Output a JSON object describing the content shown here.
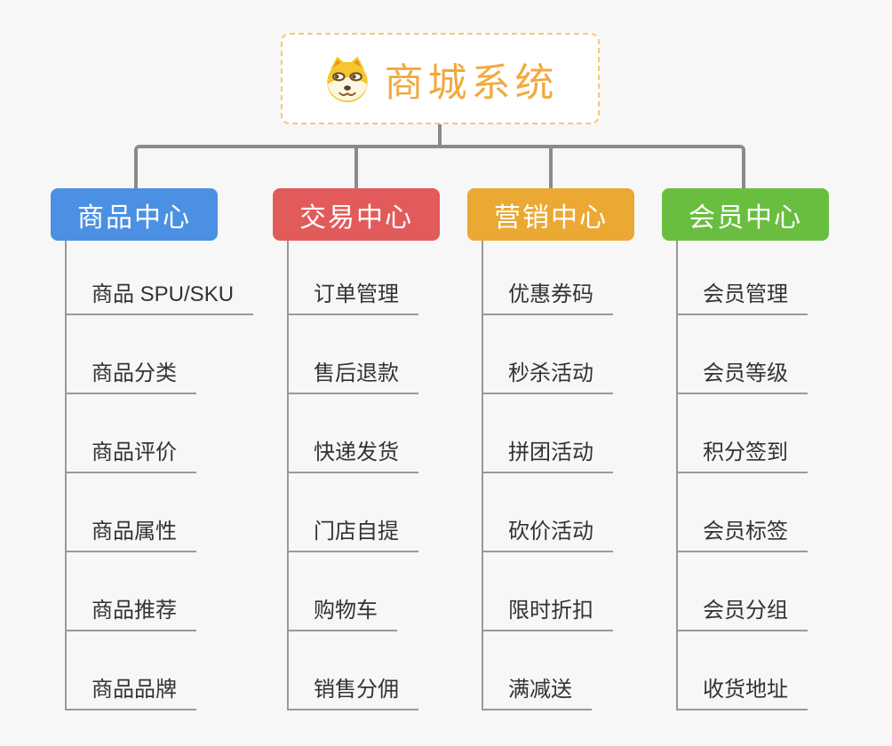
{
  "theme": {
    "background": "#f7f7f7",
    "thick_connector_color": "#8a8a8a",
    "thin_connector_color": "#999999",
    "child_text_color": "#333333",
    "root_accent_color": "#f2a93d",
    "root_border_color": "#f5c878"
  },
  "root": {
    "title": "商城系统",
    "icon": "shiba-dog-icon"
  },
  "branches": [
    {
      "label": "商品中心",
      "color": "#4b90e2",
      "items": [
        "商品 SPU/SKU",
        "商品分类",
        "商品评价",
        "商品属性",
        "商品推荐",
        "商品品牌"
      ]
    },
    {
      "label": "交易中心",
      "color": "#e25b5b",
      "items": [
        "订单管理",
        "售后退款",
        "快递发货",
        "门店自提",
        "购物车",
        "销售分佣"
      ]
    },
    {
      "label": "营销中心",
      "color": "#eba832",
      "items": [
        "优惠券码",
        "秒杀活动",
        "拼团活动",
        "砍价活动",
        "限时折扣",
        "满减送"
      ]
    },
    {
      "label": "会员中心",
      "color": "#6abe3f",
      "items": [
        "会员管理",
        "会员等级",
        "积分签到",
        "会员标签",
        "会员分组",
        "收货地址"
      ]
    }
  ]
}
